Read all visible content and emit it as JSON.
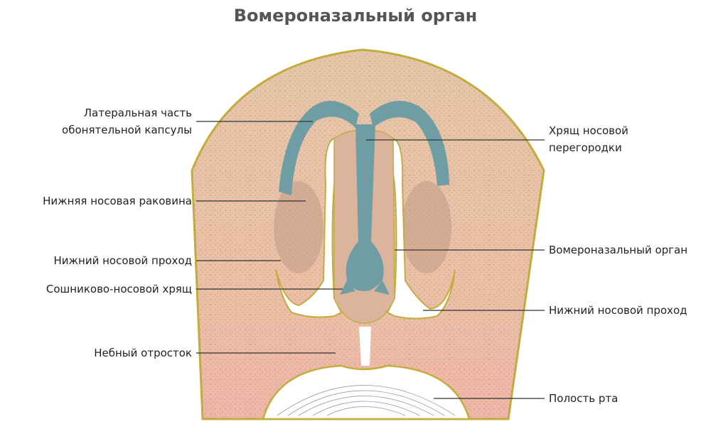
{
  "title": "Вомероназальный орган",
  "labels_left": [
    {
      "text": "Латеральная часть\nобонятельной капсулы",
      "line1": "Латеральная часть",
      "line2": "обонятельной капсулы"
    },
    {
      "text": "Нижняя носовая раковина"
    },
    {
      "text": "Нижний носовой проход"
    },
    {
      "text": "Сошниково-носовой хрящ"
    },
    {
      "text": "Небный отросток"
    }
  ],
  "labels_right": [
    {
      "line1": "Хрящ носовой",
      "line2": "перегородки"
    },
    {
      "text": "Вомероназальный орган"
    },
    {
      "text": "Нижний носовой проход"
    },
    {
      "text": "Полость рта"
    }
  ],
  "colors": {
    "tissue": "#e9c3a6",
    "cartilage": "#6e9ea3",
    "border": "#c2ad3e",
    "title": "#555555"
  }
}
